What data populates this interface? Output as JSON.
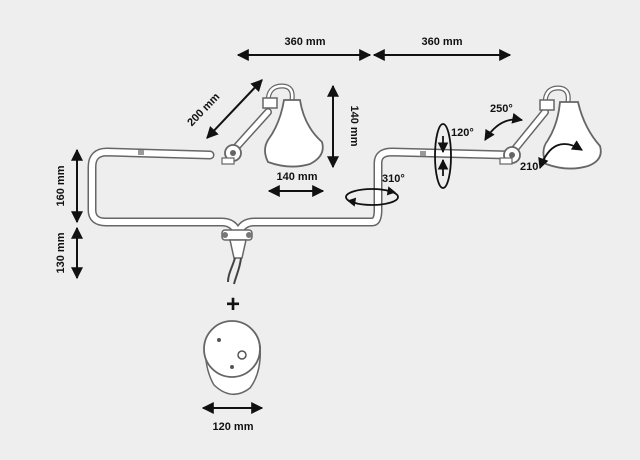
{
  "colors": {
    "background": "#eeeeee",
    "ink": "#111111",
    "fixture_fill": "#ffffff",
    "outline": "#666666"
  },
  "dimensions": {
    "arm_left_width": "360 mm",
    "arm_right_width": "360 mm",
    "upper_arm_length": "200 mm",
    "shade_height": "140 mm",
    "shade_width": "140 mm",
    "upper_section_height": "160 mm",
    "lower_section_height": "130 mm",
    "base_diameter": "120 mm"
  },
  "rotations": {
    "swivel_arm": "310°",
    "swivel_head": "120°",
    "shade_tilt": "250°",
    "elbow_joint": "210°"
  },
  "symbols": {
    "plus": "+"
  }
}
